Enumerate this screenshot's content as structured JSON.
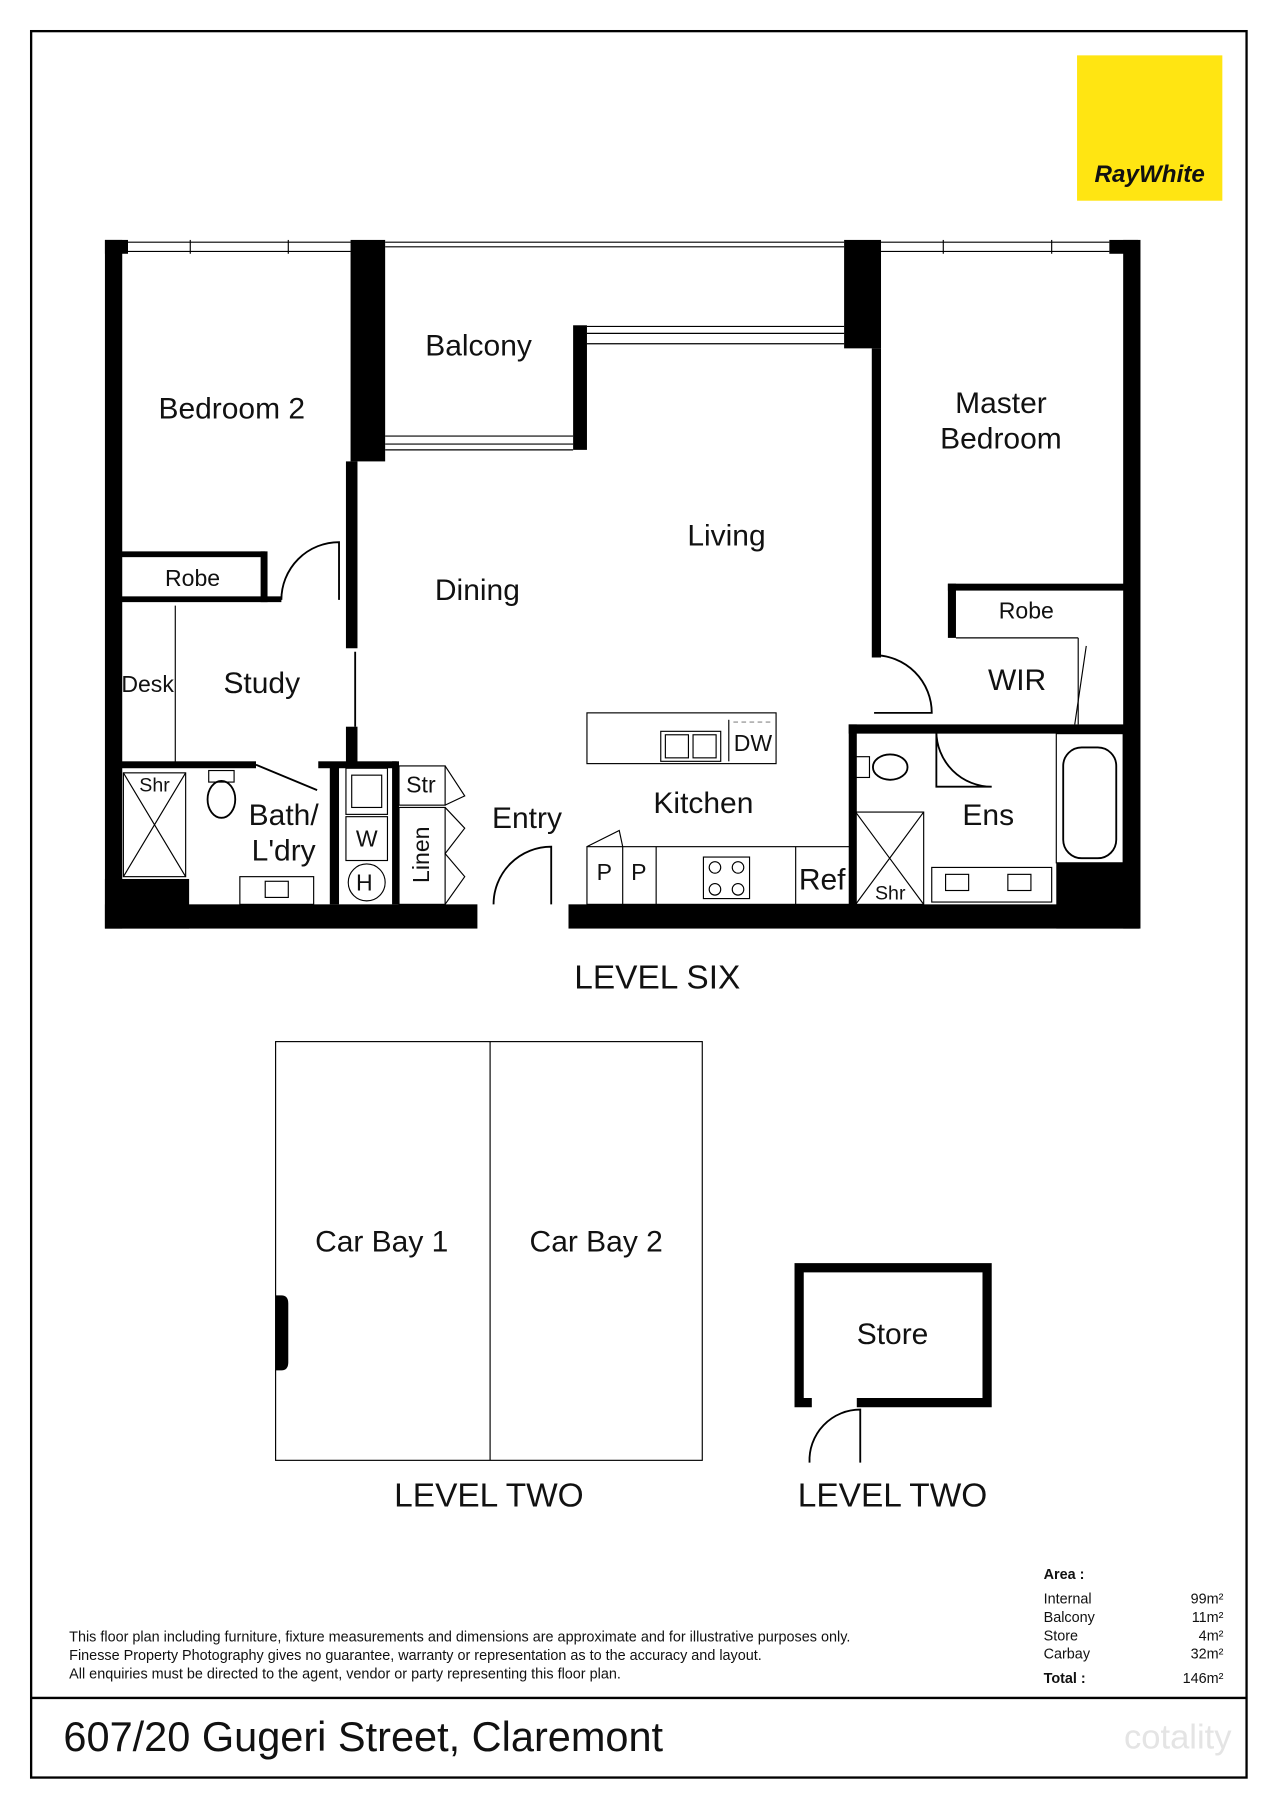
{
  "logo": {
    "text": "RayWhite",
    "color": "#ffe512"
  },
  "levels": {
    "level_six": "LEVEL SIX",
    "level_two_carbays": "LEVEL TWO",
    "level_two_store": "LEVEL TWO"
  },
  "rooms": {
    "bedroom2": "Bedroom 2",
    "balcony": "Balcony",
    "master_line1": "Master",
    "master_line2": "Bedroom",
    "living": "Living",
    "dining": "Dining",
    "robe_bed2": "Robe",
    "robe_master": "Robe",
    "desk": "Desk",
    "study": "Study",
    "wir": "WIR",
    "shr_bath": "Shr",
    "bath_line1": "Bath/",
    "bath_line2": "L'dry",
    "washer": "W",
    "hws": "H",
    "str": "Str",
    "linen": "Linen",
    "entry": "Entry",
    "kitchen": "Kitchen",
    "dw": "DW",
    "pantry1": "P",
    "pantry2": "P",
    "ref": "Ref",
    "ens": "Ens",
    "shr_ens": "Shr",
    "car_bay1": "Car Bay 1",
    "car_bay2": "Car Bay 2",
    "store": "Store"
  },
  "disclaimer": [
    "This floor plan including furniture, fixture measurements and dimensions are approximate and for illustrative purposes only.",
    "Finesse Property Photography gives no guarantee, warranty or representation as to the accuracy and layout.",
    "All enquiries must be directed to the agent, vendor or party representing this floor plan."
  ],
  "area": {
    "heading": "Area :",
    "rows": [
      {
        "label": "Internal",
        "value": "99m²"
      },
      {
        "label": "Balcony",
        "value": "11m²"
      },
      {
        "label": "Store",
        "value": "4m²"
      },
      {
        "label": "Carbay",
        "value": "32m²"
      }
    ],
    "total_label": "Total :",
    "total_value": "146m²"
  },
  "address": "607/20 Gugeri Street, Claremont",
  "watermark": "cotality"
}
